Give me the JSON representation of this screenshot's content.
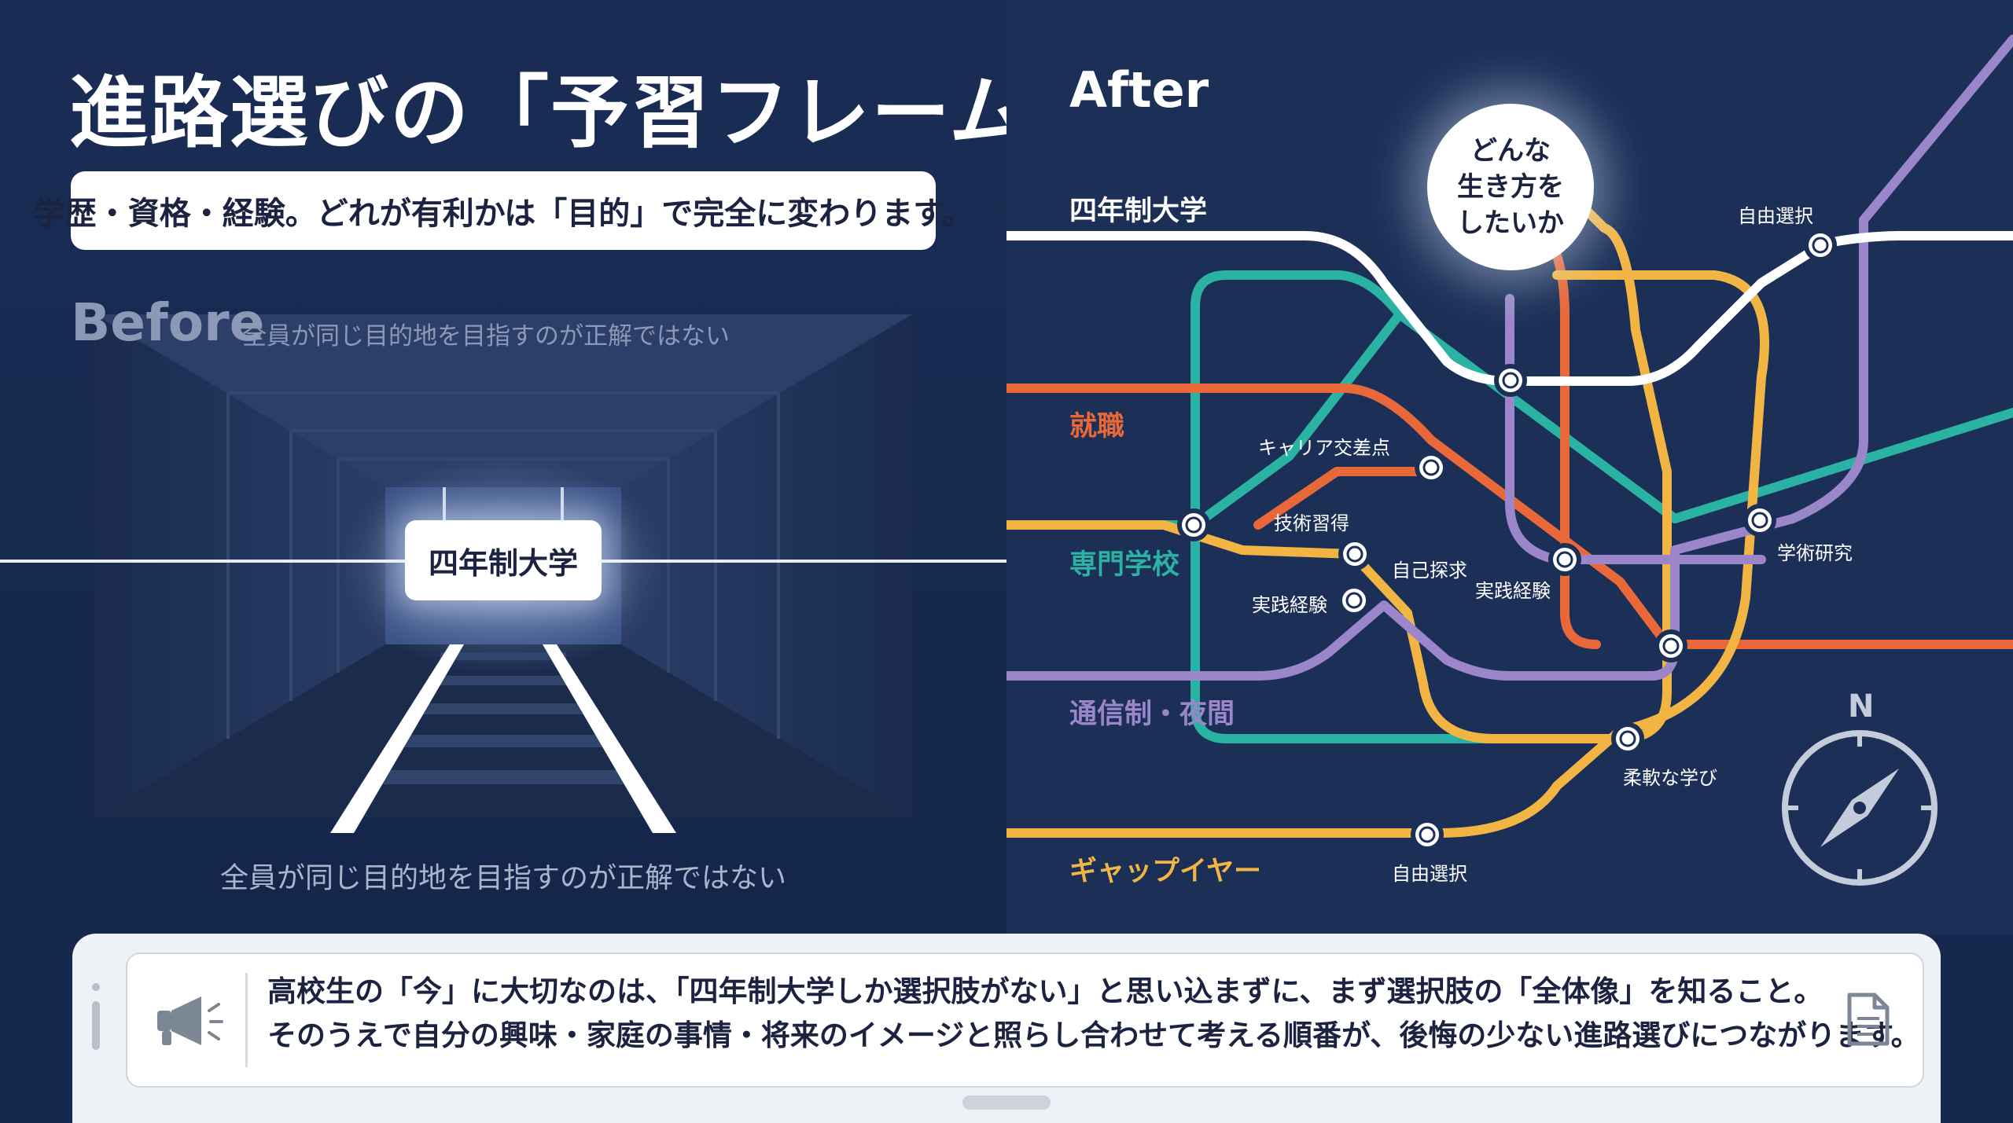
{
  "title": "進路選びの「予習フレーム」",
  "subtitle": "学歴・資格・経験。どれが有利かは「目的」で完全に変わります。",
  "before": {
    "label": "Before",
    "sub": "全員が同じ目的地を目指すのが正解ではない",
    "sign": "四年制大学",
    "caption": "全員が同じ目的地を目指すのが正解ではない"
  },
  "after": {
    "label": "After",
    "center_bubble": "どんな\n生き方を\nしたいか",
    "lines": [
      {
        "label": "四年制大学",
        "color": "#ffffff"
      },
      {
        "label": "就職",
        "color": "#e8683a"
      },
      {
        "label": "専門学校",
        "color": "#2ab3a3"
      },
      {
        "label": "通信制・夜間",
        "color": "#9a86c8"
      },
      {
        "label": "ギャップイヤー",
        "color": "#f2b544"
      }
    ],
    "stations": [
      "自由選択",
      "キャリア交差点",
      "技術習得",
      "自己探求",
      "実践経験",
      "実践経験",
      "学術研究",
      "柔軟な学び",
      "自由選択"
    ],
    "compass_label": "N"
  },
  "caption": {
    "line1": "高校生の「今」に大切なのは、「四年制大学しか選択肢がない」と思い込まずに、まず選択肢の「全体像」を知ること。",
    "line2": "そのうえで自分の興味・家庭の事情・将来のイメージと照らし合わせて考える順番が、後悔の少ない進路選びにつながります。"
  },
  "icons": {
    "megaphone": "megaphone-icon",
    "document": "document-icon",
    "compass": "compass-icon"
  }
}
